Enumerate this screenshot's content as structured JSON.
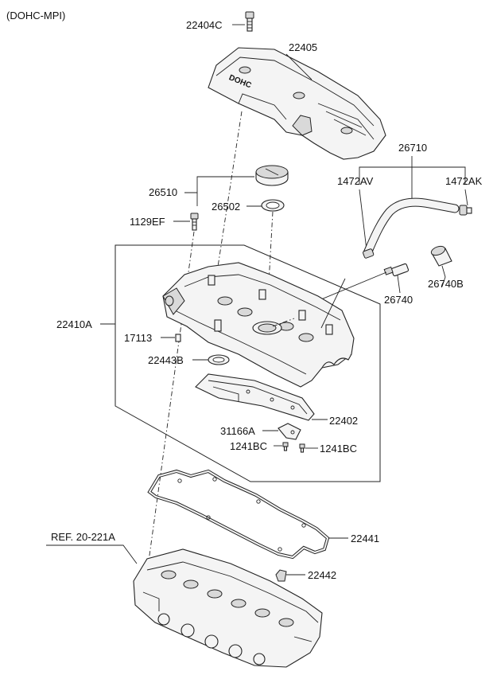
{
  "header": {
    "variant": "(DOHC-MPI)"
  },
  "cover_text": "DOHC",
  "labels": {
    "p22404C": "22404C",
    "p22405": "22405",
    "p26710": "26710",
    "p1472AV": "1472AV",
    "p1472AK": "1472AK",
    "p26510": "26510",
    "p26502": "26502",
    "p1129EF": "1129EF",
    "p26740B": "26740B",
    "p26740": "26740",
    "p22410A": "22410A",
    "p17113": "17113",
    "p22443B": "22443B",
    "p22402": "22402",
    "p31166A": "31166A",
    "p1241BC_a": "1241BC",
    "p1241BC_b": "1241BC",
    "p22441": "22441",
    "ref": "REF. 20-221A",
    "p22442": "22442"
  }
}
